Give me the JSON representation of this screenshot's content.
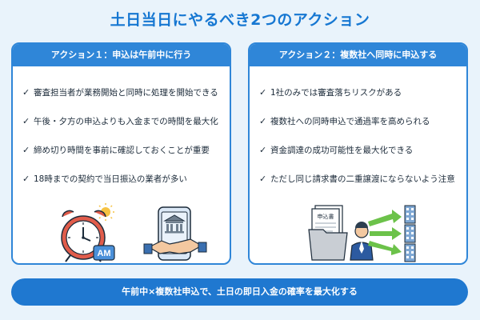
{
  "title": "土日当日にやるべき2つのアクション",
  "left_panel": {
    "header": "アクション１：申込は午前中に行う",
    "items": [
      {
        "label": "審査担当者が業務開始と同時に処理を開始できる"
      },
      {
        "label": "午後・夕方の申込よりも入金までの時間を最大化"
      },
      {
        "label": "締め切り時間を事前に確認しておくことが重要"
      },
      {
        "label": "18時までの契約で当日振込の業者が多い"
      }
    ],
    "illustration": {
      "clock_icon": "alarm-clock-icon",
      "clock_badge": "AM",
      "handshake_icon": "handshake-bank-phone-icon"
    }
  },
  "right_panel": {
    "header": "アクション２：複数社へ同時に申込する",
    "items": [
      {
        "label": "1社のみでは審査落ちリスクがある"
      },
      {
        "label": "複数社への同時申込で通過率を高められる"
      },
      {
        "label": "資金調達の成功可能性を最大化できる"
      },
      {
        "label": "ただし同じ請求書の二重譲渡にならないよう注意"
      }
    ],
    "illustration": {
      "folder_label": "申込書",
      "person_icon": "businessman-icon",
      "building_icon": "building-icon"
    }
  },
  "bottom_banner": "午前中×複数社申込で、土日の即日入金の確率を最大化する",
  "colors": {
    "accent": "#2f86d8",
    "title": "#1677d2",
    "background": "#e9f3fb",
    "arrow": "#6cc24a"
  }
}
